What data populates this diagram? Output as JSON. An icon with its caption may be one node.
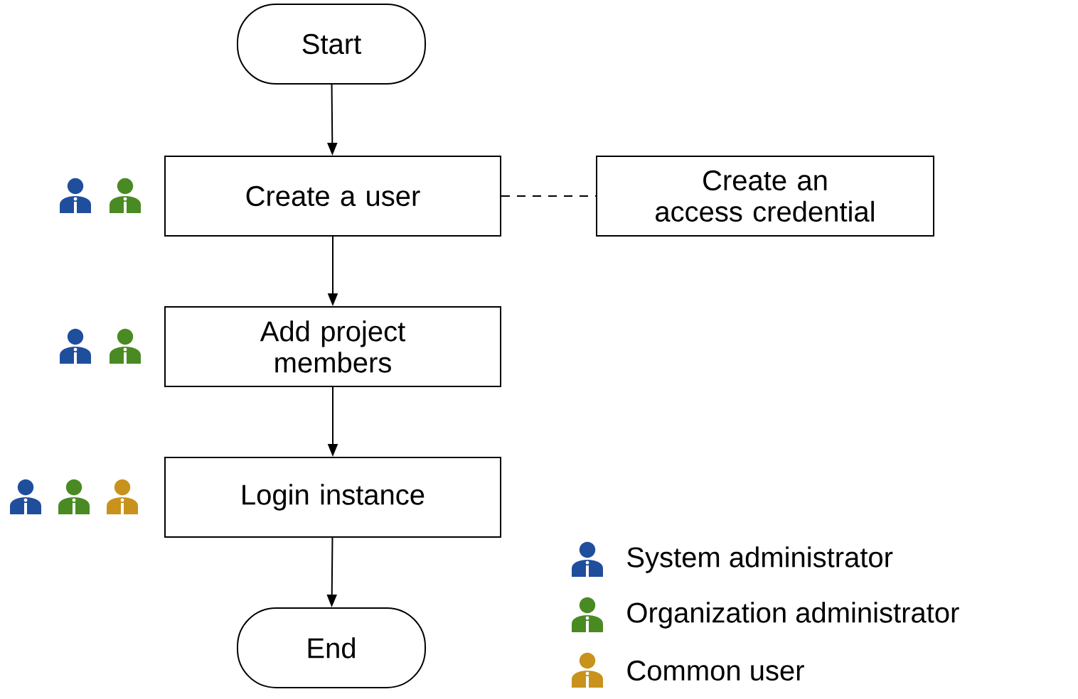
{
  "diagram": {
    "nodes": [
      {
        "text": [
          "Start"
        ]
      },
      {
        "text": [
          "Create a user"
        ]
      },
      {
        "text": [
          "Create an access credential"
        ]
      },
      {
        "text": [
          "Add project members"
        ]
      },
      {
        "text": [
          "Login instance"
        ]
      },
      {
        "text": [
          "End"
        ]
      }
    ],
    "edges": [
      {
        "from": 0,
        "to": 1,
        "arrow": "to"
      },
      {
        "from": 1,
        "to": 2,
        "arrow": "none",
        "style": "dashed"
      },
      {
        "from": 1,
        "to": 3,
        "arrow": "to"
      },
      {
        "from": 3,
        "to": 4,
        "arrow": "to"
      },
      {
        "from": 4,
        "to": 5,
        "arrow": "to"
      }
    ],
    "legend": [
      {
        "text": "System administrator",
        "color": "#1f4e9c"
      },
      {
        "text": "Organization administrator",
        "color": "#4a8a23"
      },
      {
        "text": "Common user",
        "color": "#c8921c"
      }
    ]
  }
}
